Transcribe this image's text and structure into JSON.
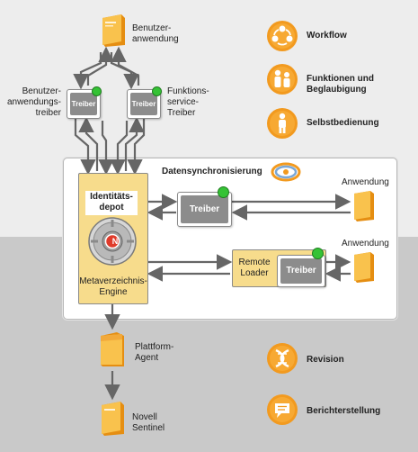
{
  "labels": {
    "user_app": "Benutzer-\nanwendung",
    "user_app_driver": "Benutzer-\nanwendungs-\ntreiber",
    "role_service_driver": "Funktions-\nservice-\nTreiber",
    "workflow": "Workflow",
    "roles_attestation": "Funktionen und\nBeglaubigung",
    "self_service": "Selbstbedienung",
    "data_sync": "Datensynchronisierung",
    "application_1": "Anwendung",
    "application_2": "Anwendung",
    "identity_vault": "Identitäts-\ndepot",
    "metadirectory_engine": "Metaverzeichnis-\nEngine",
    "remote_loader": "Remote\nLoader",
    "platform_agent": "Plattform-\nAgent",
    "novell_sentinel": "Novell\nSentinel",
    "audit": "Revision",
    "reporting": "Berichterstellung",
    "vault_emblem": "N"
  },
  "drivers": {
    "user_app_driver": "Treiber",
    "role_service_driver": "Treiber",
    "main_driver": "Treiber",
    "remote_driver": "Treiber"
  },
  "colors": {
    "accent_orange": "#f29a1f",
    "engine_yellow": "#f7dc8c",
    "driver_gray": "#8c8c8c",
    "status_green": "#35c235",
    "arrow_gray": "#666666",
    "top_background": "#ededed",
    "bottom_background": "#c9c9c9"
  },
  "icons": {
    "workflow": "workflow-cycle-icon",
    "roles": "roles-people-icon",
    "self_service": "self-service-person-icon",
    "audit": "audit-icon",
    "reporting": "reporting-icon",
    "sync": "sync-arrows-icon",
    "vault": "identity-vault-icon"
  }
}
